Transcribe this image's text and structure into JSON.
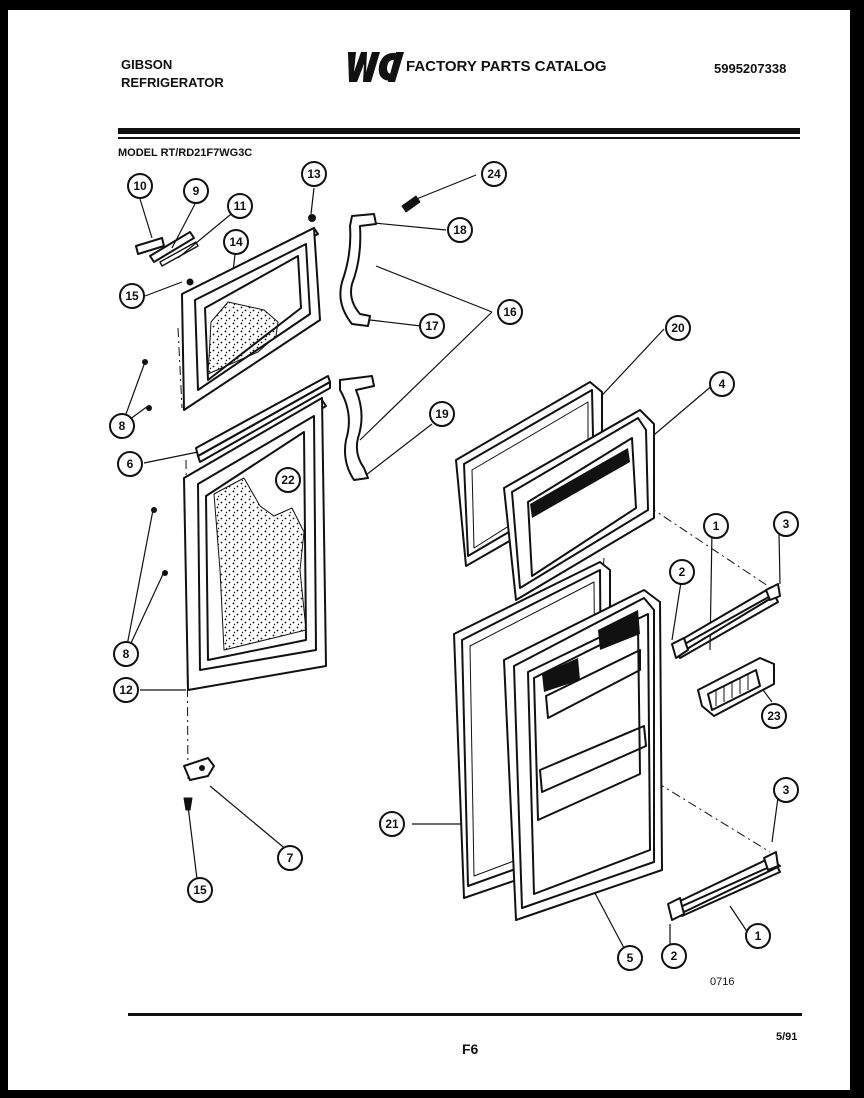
{
  "header": {
    "brand_line1": "GIBSON",
    "brand_line2": "REFRIGERATOR",
    "logo": "WCI",
    "catalog_title": "FACTORY PARTS CATALOG",
    "catalog_number": "5995207338",
    "model": "MODEL RT/RD21F7WG3C"
  },
  "callouts": [
    "10",
    "9",
    "11",
    "13",
    "24",
    "18",
    "14",
    "15",
    "16",
    "17",
    "8",
    "20",
    "4",
    "6",
    "19",
    "22",
    "8",
    "1",
    "3",
    "2",
    "23",
    "12",
    "3",
    "21",
    "7",
    "1",
    "2",
    "5",
    "15"
  ],
  "footer": {
    "drawing_code": "0716",
    "page": "F6",
    "date": "5/91"
  },
  "colors": {
    "ink": "#111111",
    "paper": "#ffffff",
    "border": "#000000"
  }
}
